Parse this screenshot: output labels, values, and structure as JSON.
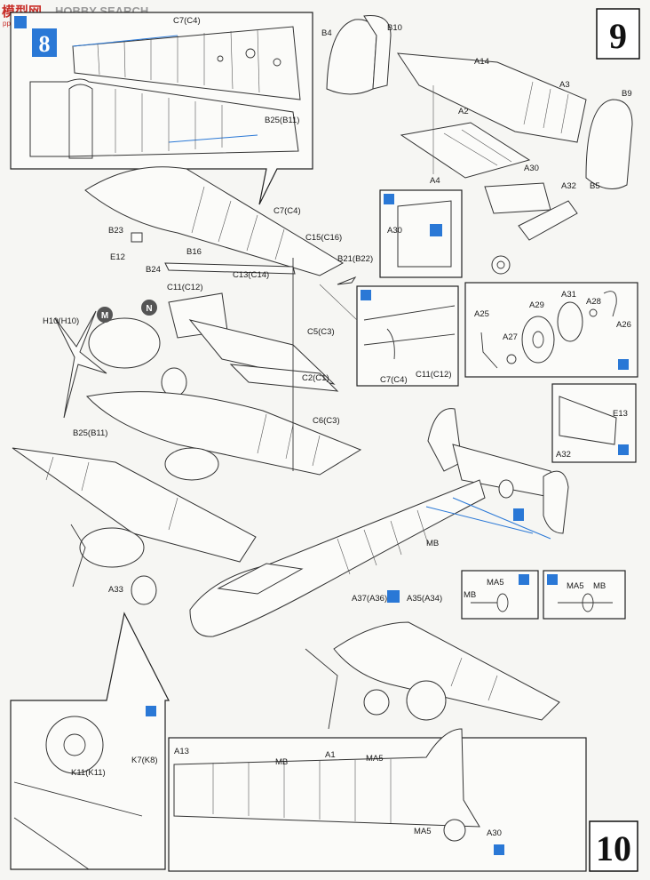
{
  "watermark": {
    "cn": "模型网",
    "en": "HOBBY SEARCH",
    "url": "ppo-shop.com"
  },
  "steps": {
    "step8": "8",
    "step9": "9",
    "step10": "10"
  },
  "labels": {
    "c7c4_top": "C7(C4)",
    "b25b11_top": "B25(B11)",
    "b4": "B4",
    "b10": "B10",
    "a14": "A14",
    "a3": "A3",
    "b9": "B9",
    "a2": "A2",
    "a4": "A4",
    "b5": "B5",
    "a30": "A30",
    "a32": "A32",
    "a30_inset": "A30",
    "c7c4_wing": "C7(C4)",
    "b23": "B23",
    "b16": "B16",
    "c15c16": "C15(C16)",
    "e12": "E12",
    "b24": "B24",
    "b21b22": "B21(B22)",
    "c13c14": "C13(C14)",
    "c11c12": "C11(C12)",
    "a25": "A25",
    "a29": "A29",
    "a31": "A31",
    "a28": "A28",
    "a26": "A26",
    "a27": "A27",
    "h10": "H10(H10)",
    "m": "M",
    "n": "N",
    "c5c3": "C5(C3)",
    "c2c1": "C2(C1)",
    "c7c4_inset": "C7(C4)",
    "c11c12_inset": "C11(C12)",
    "b25b11": "B25(B11)",
    "c6c3": "C6(C3)",
    "e13": "E13",
    "a32_inset": "A32",
    "mb": "MB",
    "ma5_left": "MA5",
    "mb_left": "MB",
    "ma5_right": "MA5",
    "mb_right": "MB",
    "a33": "A33",
    "a37a36": "A37(A36)",
    "a35a34": "A35(A34)",
    "k7k8": "K7(K8)",
    "k11k11": "K11(K11)",
    "a13": "A13",
    "mb_side": "MB",
    "a1": "A1",
    "ma5_side": "MA5",
    "ma5_bottom": "MA5",
    "a30_side": "A30"
  },
  "colors": {
    "ink": "#222222",
    "accent": "#2a78d6",
    "paper": "#f6f6f3"
  }
}
